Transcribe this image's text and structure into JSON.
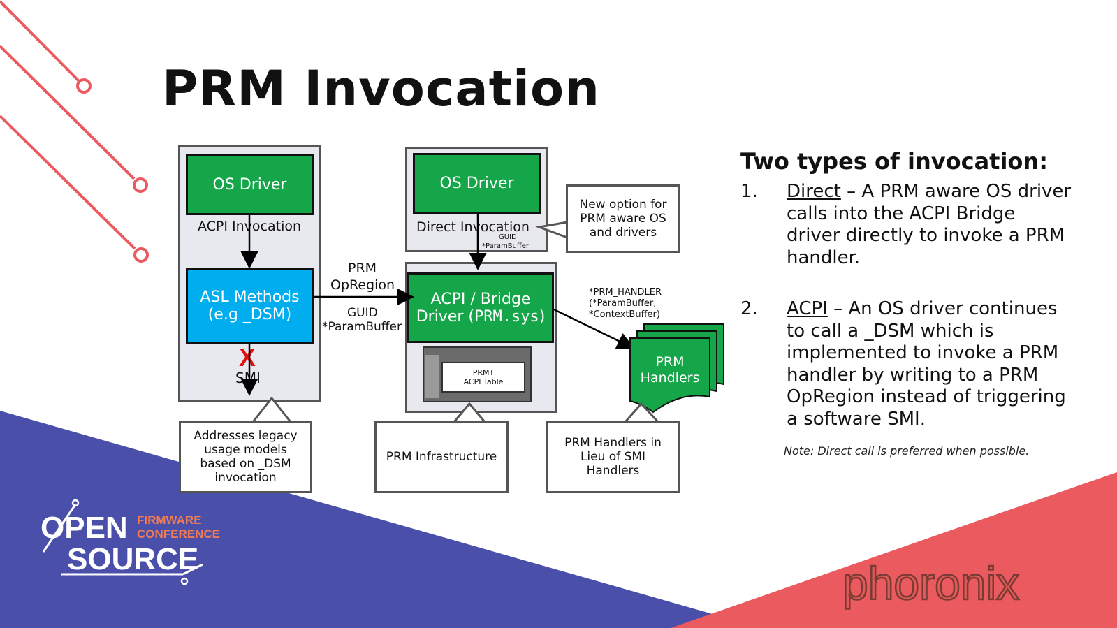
{
  "title": "PRM Invocation",
  "diagram": {
    "left_os_driver": "OS Driver",
    "acpi_invocation": "ACPI Invocation",
    "asl_methods_line1": "ASL Methods",
    "asl_methods_line2": "(e.g _DSM)",
    "smi": "SMI",
    "blocked_mark": "X",
    "prm_opregion_line1": "PRM",
    "prm_opregion_line2": "OpRegion",
    "guid_label": "GUID",
    "param_buffer_label": "*ParamBuffer",
    "right_os_driver": "OS Driver",
    "direct_invocation": "Direct Invocation",
    "direct_guid": "GUID",
    "direct_param_buffer": "*ParamBuffer",
    "bridge_line1": "ACPI / Bridge",
    "bridge_line2_prefix": "Driver (",
    "bridge_line2_code": "PRM.sys",
    "bridge_line2_suffix": ")",
    "prmt_line1": "PRMT",
    "prmt_line2": "ACPI Table",
    "handler_call_line1": "*PRM_HANDLER",
    "handler_call_line2": "(*ParamBuffer,",
    "handler_call_line3": "*ContextBuffer)",
    "prm_handlers_line1": "PRM",
    "prm_handlers_line2": "Handlers"
  },
  "callouts": {
    "new_option": "New option for PRM aware OS and drivers",
    "legacy": "Addresses legacy usage models based on _DSM invocation",
    "infrastructure": "PRM Infrastructure",
    "handlers_lieu": "PRM Handlers in Lieu of SMI Handlers"
  },
  "right_panel": {
    "heading": "Two types of invocation:",
    "items": [
      {
        "num": "1.",
        "term": "Direct",
        "text": " – A PRM aware OS driver calls into the ACPI Bridge driver directly to invoke a PRM handler."
      },
      {
        "num": "2.",
        "term": "ACPI",
        "text": " – An OS driver continues to call a _DSM which is implemented to invoke a PRM handler by writing to a PRM OpRegion instead of triggering a software SMI."
      }
    ],
    "note": "Note: Direct call is preferred when possible."
  },
  "branding": {
    "conference_open": "OPEN",
    "conference_source": "SOURCE",
    "conference_firmware": "FIRMWARE",
    "conference_conference": "CONFERENCE",
    "watermark": "phoronix"
  },
  "colors": {
    "green": "#16a64a",
    "blue": "#00aeef",
    "indigo": "#4a4faa",
    "coral": "#ea5a5f",
    "orange": "#f07b54"
  }
}
